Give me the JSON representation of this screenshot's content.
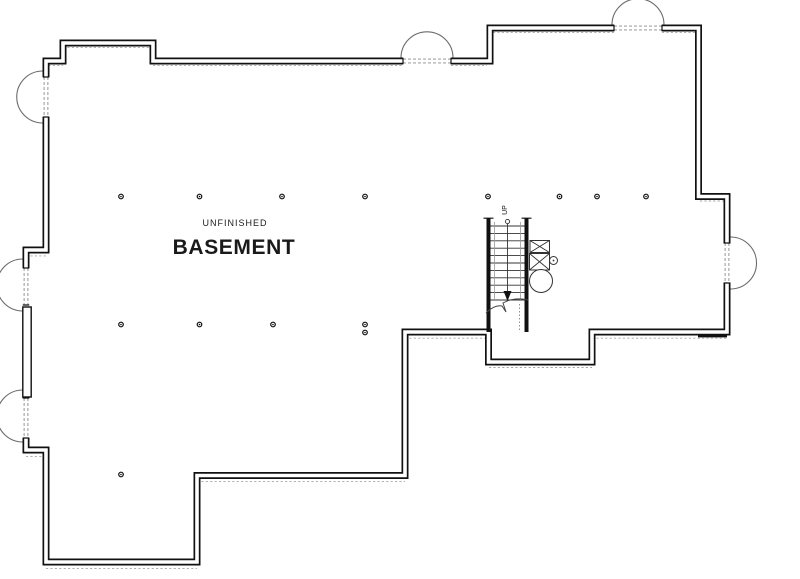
{
  "title": "Basement floor plan",
  "labels": {
    "area_qualifier": "UNFINISHED",
    "area_name": "BASEMENT",
    "stair_direction": "UP"
  },
  "colors": {
    "background": "#ffffff",
    "wall": "#111111",
    "window_arc": "#6b6b6b",
    "window_dash": "#8a8a8a",
    "overhang_dash": "#a6a6a6",
    "detail": "#333333",
    "text": "#1a1a1a"
  },
  "symbols": {
    "stairs": "straight-run-stairs-up-with-direction-arrow",
    "furnace": "crossed-box-hvac-symbol",
    "water_heater": "circle-water-heater-symbol",
    "column": "support-column-dot",
    "window": "basement-window-with-area-well-arc"
  }
}
